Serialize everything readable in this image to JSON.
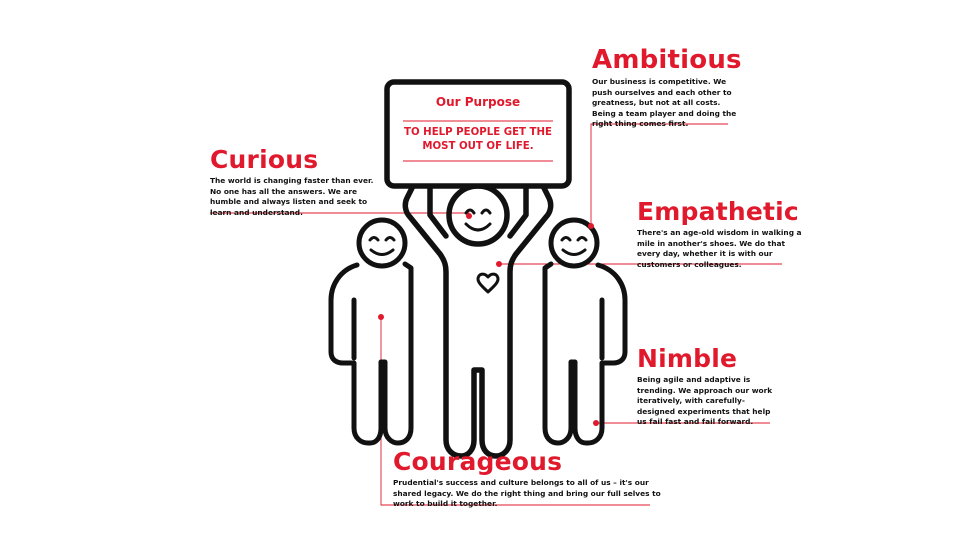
{
  "purpose": {
    "title": "Our Purpose",
    "text": "TO HELP PEOPLE GET THE MOST OUT OF LIFE."
  },
  "values": {
    "ambitious": {
      "title": "Ambitious",
      "description": "Our business is competitive. We push ourselves and each other to greatness, but not at all costs. Being a team player and doing the right thing comes first."
    },
    "curious": {
      "title": "Curious",
      "description": "The world is changing faster than ever. No one has all the answers. We are humble and always listen and seek to learn and understand."
    },
    "empathetic": {
      "title": "Empathetic",
      "description": "There's an age-old wisdom in walking a mile in another's shoes. We do that every day, whether it is with our customers or colleagues."
    },
    "nimble": {
      "title": "Nimble",
      "description": "Being agile and adaptive is trending. We approach our work iteratively, with carefully-designed experiments that help us fail fast and fail forward."
    },
    "courageous": {
      "title": "Courageous",
      "description": "Prudential's success and culture belongs to all of us – it's our shared legacy. We do the right thing and bring our full selves to work to build it together."
    }
  },
  "colors": {
    "accent": "#e0192d",
    "outline": "#111111",
    "connector": "#e0192d"
  },
  "icons": [
    "heart-icon",
    "smile-face-icon"
  ]
}
